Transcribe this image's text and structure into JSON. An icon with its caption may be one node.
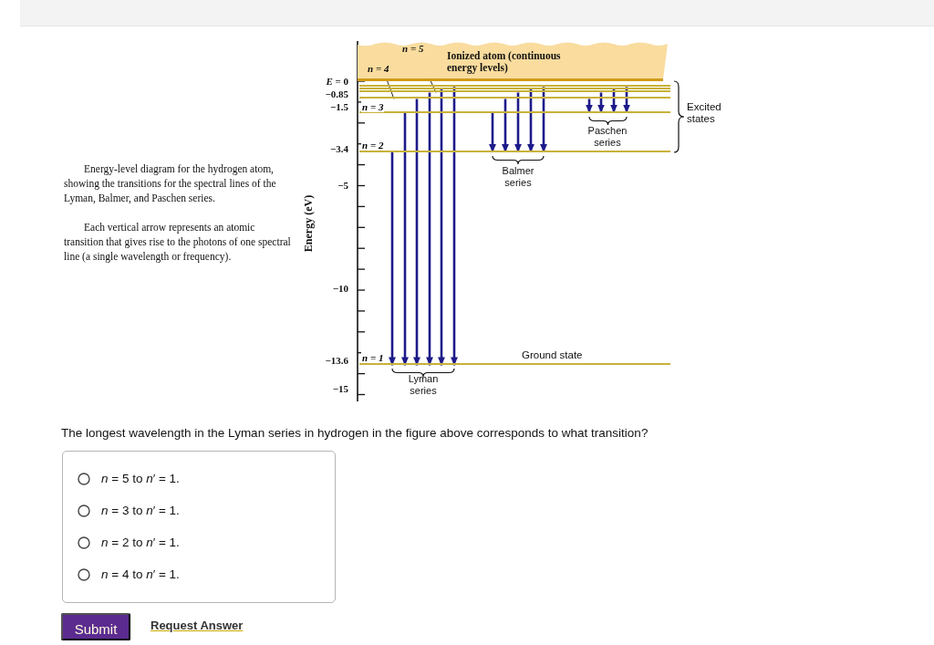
{
  "diagram": {
    "nodes": [
      {
        "text": [
          "Ionized atom (continuous energy levels)"
        ]
      },
      {
        "text": [
          "*n* = 5"
        ],
        "in": 0
      },
      {
        "text": [
          "*n* = 4"
        ],
        "in": 0
      },
      {
        "text": [],
        "shape": "bar"
      },
      {
        "text": [],
        "shape": "bar"
      },
      {
        "text": [],
        "shape": "bar"
      },
      {
        "text": [],
        "shape": "bar"
      },
      {
        "text": [],
        "shape": "bar"
      },
      {
        "text": [],
        "shape": "bar"
      },
      {
        "text": [],
        "shape": "bar"
      }
    ],
    "edges": [
      {
        "from": 1,
        "to": 5,
        "arrow": "none",
        "color": "#222222"
      },
      {
        "from": 2,
        "to": 6,
        "arrow": "none",
        "color": "#222222"
      },
      {
        "from": 8,
        "to": 9,
        "arrow": "to"
      },
      {
        "from": 7,
        "to": 9,
        "arrow": "to"
      },
      {
        "from": 6,
        "to": 9,
        "arrow": "to"
      },
      {
        "from": 5,
        "to": 9,
        "arrow": "to"
      },
      {
        "from": 4,
        "to": 9,
        "arrow": "to"
      },
      {
        "from": 3,
        "to": 9,
        "arrow": "to"
      },
      {
        "from": 7,
        "to": 8,
        "arrow": "to"
      },
      {
        "from": 6,
        "to": 8,
        "arrow": "to"
      },
      {
        "from": 5,
        "to": 8,
        "arrow": "to"
      },
      {
        "from": 4,
        "to": 8,
        "arrow": "to"
      },
      {
        "from": 3,
        "to": 8,
        "arrow": "to"
      },
      {
        "from": 6,
        "to": 7,
        "arrow": "to"
      },
      {
        "from": 5,
        "to": 7,
        "arrow": "to"
      },
      {
        "from": 4,
        "to": 7,
        "arrow": "to"
      },
      {
        "from": 3,
        "to": 7,
        "arrow": "to"
      }
    ],
    "labels": [
      "*E* = 0",
      "−0.85",
      "*n* = 3",
      "−1.5",
      "*n* = 2",
      "−3.4",
      "−5",
      "−10",
      "*n* = 1",
      "Ground state",
      "−13.6",
      "−15",
      "Energy (eV)",
      "Paschen series",
      "Excited states",
      "Balmer series",
      "Lyman series",
      "Energy-level diagram for the hydrogen atom, showing the transitions for the spectral lines of the Lyman, Balmer, and Paschen series.",
      "Each vertical arrow represents an atomic transition that gives rise to the photons of one spectral line (a single wavelength or frequency).",
      "The longest wavelength in the Lyman series in hydrogen in the figure above corresponds to what transition?",
      "*n* = 5 to *n*′ = 1.",
      "*n* = 3 to *n*′ = 1.",
      "*n* = 2 to *n*′ = 1.",
      "*n* = 4 to *n*′ = 1.",
      "Submit",
      "Request Answer"
    ]
  }
}
